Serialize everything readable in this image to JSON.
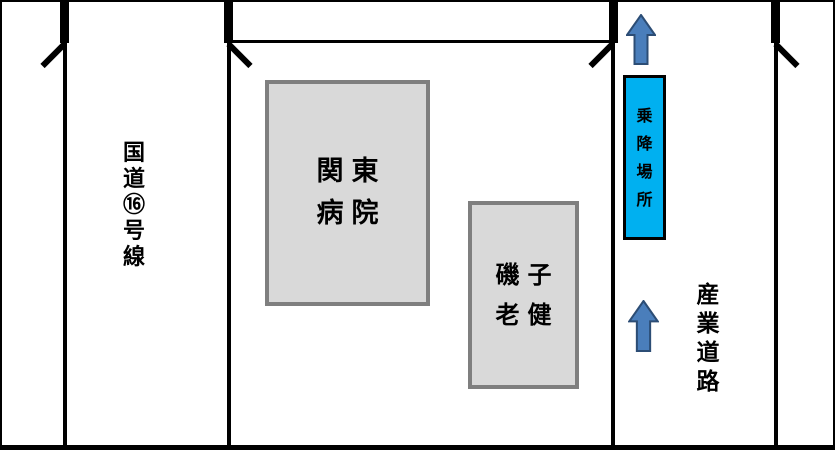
{
  "map": {
    "kind": "access-map",
    "background": "#ffffff",
    "line_color": "#000000"
  },
  "left_road": {
    "name": "国道16号線",
    "text": "国\n道\n⑯\n号\n線"
  },
  "right_road": {
    "name": "産業道路",
    "text": "産\n業\n道\n路"
  },
  "buildings": {
    "hospital": {
      "name": "関東病院",
      "text": "関東\n病院",
      "fill": "#d9d9d9",
      "border": "#7f7f7f"
    },
    "roken": {
      "name": "磯子老健",
      "text": "磯子\n老健",
      "fill": "#d9d9d9",
      "border": "#7f7f7f"
    }
  },
  "boarding_area": {
    "name": "乗降場所",
    "text": "乗\n降\n場\n所",
    "fill": "#00b0f0",
    "border": "#000000"
  },
  "arrows": {
    "direction": "up",
    "count": 2,
    "fill": "#4a7ebb",
    "stroke": "#2c4d75"
  }
}
